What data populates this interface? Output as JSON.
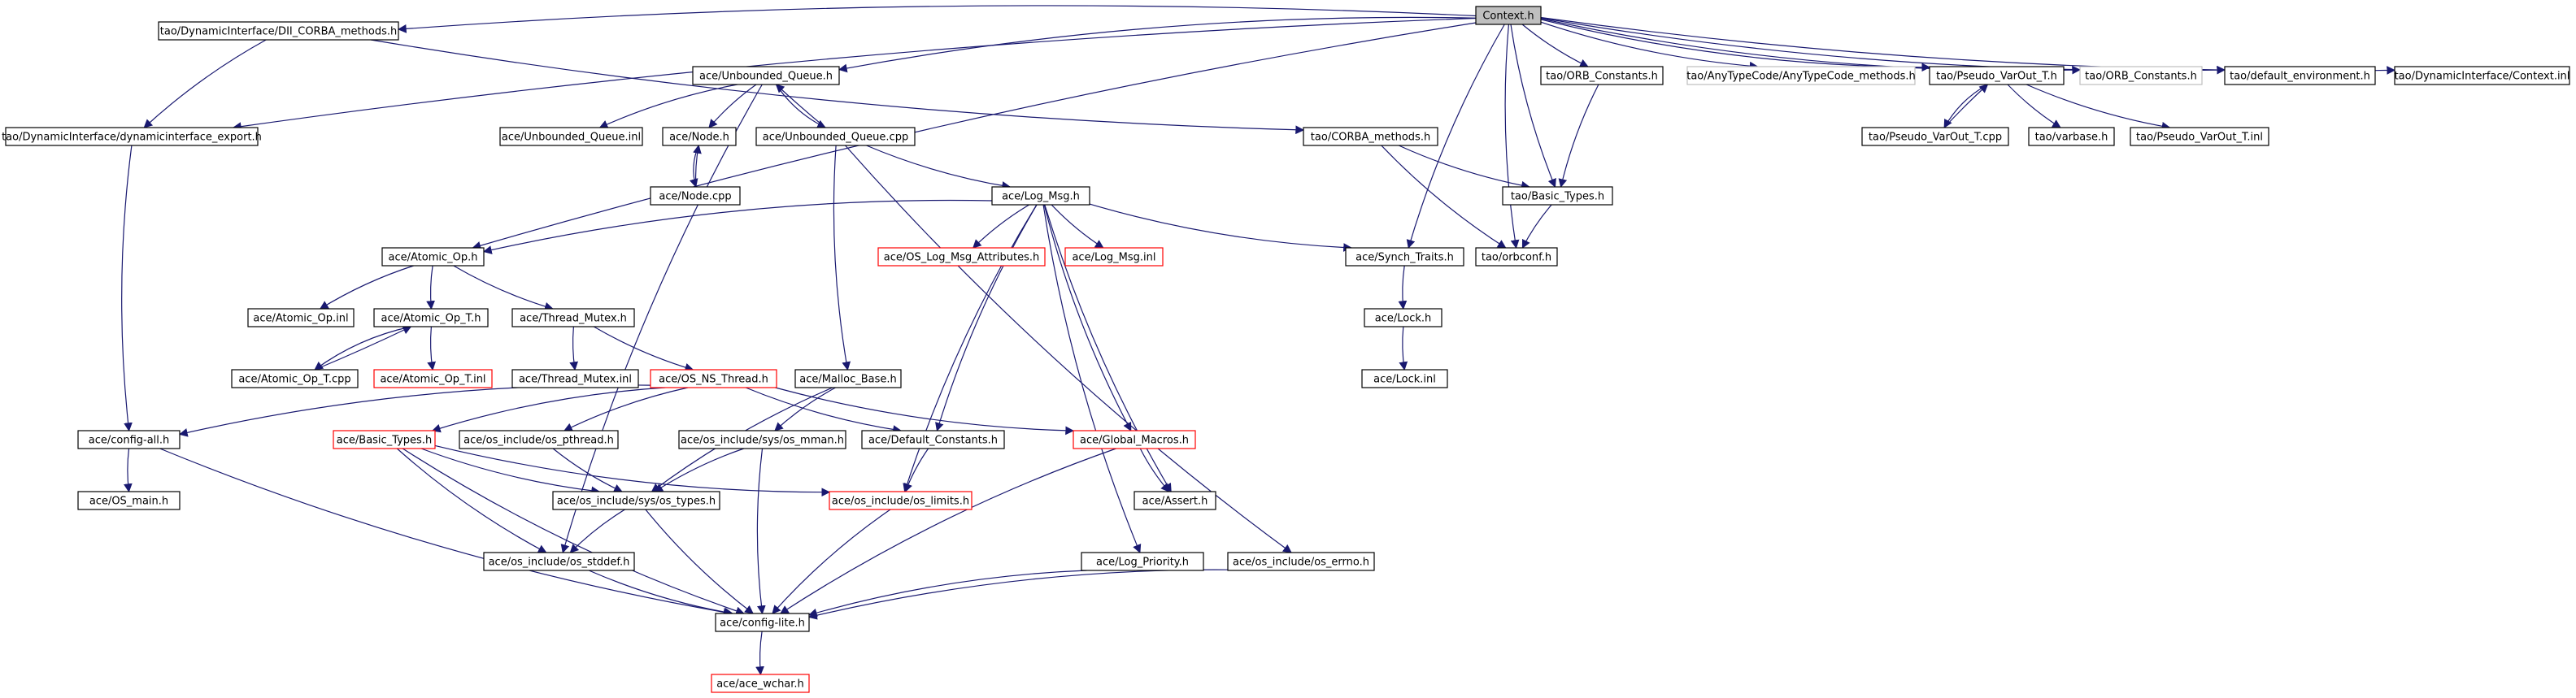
{
  "diagram": {
    "root": "Context.h",
    "colors": {
      "edge": "#191970",
      "root_fill": "#bfbfbf",
      "incomplete_border": "#ff0000",
      "external_border": "#bfbfbf"
    },
    "nodes": [
      {
        "id": "context_h",
        "label": "Context.h",
        "style": "root"
      },
      {
        "id": "dii_corba_methods_h",
        "label": "tao/DynamicInterface/DII_CORBA_methods.h",
        "style": "normal"
      },
      {
        "id": "dynamicinterface_export_h",
        "label": "tao/DynamicInterface/dynamicinterface_export.h",
        "style": "normal"
      },
      {
        "id": "unbounded_queue_h",
        "label": "ace/Unbounded_Queue.h",
        "style": "normal"
      },
      {
        "id": "unbounded_queue_inl",
        "label": "ace/Unbounded_Queue.inl",
        "style": "normal"
      },
      {
        "id": "node_h",
        "label": "ace/Node.h",
        "style": "normal"
      },
      {
        "id": "node_cpp",
        "label": "ace/Node.cpp",
        "style": "normal"
      },
      {
        "id": "unbounded_queue_cpp",
        "label": "ace/Unbounded_Queue.cpp",
        "style": "normal"
      },
      {
        "id": "corba_methods_h",
        "label": "tao/CORBA_methods.h",
        "style": "normal"
      },
      {
        "id": "orb_constants_h1",
        "label": "tao/ORB_Constants.h",
        "style": "normal"
      },
      {
        "id": "anytypecode_methods_h",
        "label": "tao/AnyTypeCode/AnyTypeCode_methods.h",
        "style": "external"
      },
      {
        "id": "pseudo_varout_t_h",
        "label": "tao/Pseudo_VarOut_T.h",
        "style": "normal"
      },
      {
        "id": "orb_constants_h2",
        "label": "tao/ORB_Constants.h",
        "style": "external"
      },
      {
        "id": "default_environment_h",
        "label": "tao/default_environment.h",
        "style": "normal"
      },
      {
        "id": "di_context_inl",
        "label": "tao/DynamicInterface/Context.inl",
        "style": "normal"
      },
      {
        "id": "pseudo_varout_t_cpp",
        "label": "tao/Pseudo_VarOut_T.cpp",
        "style": "normal"
      },
      {
        "id": "varbase_h",
        "label": "tao/varbase.h",
        "style": "normal"
      },
      {
        "id": "pseudo_varout_t_inl",
        "label": "tao/Pseudo_VarOut_T.inl",
        "style": "normal"
      },
      {
        "id": "tao_basic_types_h",
        "label": "tao/Basic_Types.h",
        "style": "normal"
      },
      {
        "id": "orbconf_h",
        "label": "tao/orbconf.h",
        "style": "normal"
      },
      {
        "id": "log_msg_h",
        "label": "ace/Log_Msg.h",
        "style": "normal"
      },
      {
        "id": "os_log_msg_attributes_h",
        "label": "ace/OS_Log_Msg_Attributes.h",
        "style": "incomplete"
      },
      {
        "id": "log_msg_inl",
        "label": "ace/Log_Msg.inl",
        "style": "incomplete"
      },
      {
        "id": "synch_traits_h",
        "label": "ace/Synch_Traits.h",
        "style": "normal"
      },
      {
        "id": "lock_h",
        "label": "ace/Lock.h",
        "style": "normal"
      },
      {
        "id": "lock_inl",
        "label": "ace/Lock.inl",
        "style": "normal"
      },
      {
        "id": "atomic_op_h",
        "label": "ace/Atomic_Op.h",
        "style": "normal"
      },
      {
        "id": "atomic_op_inl",
        "label": "ace/Atomic_Op.inl",
        "style": "normal"
      },
      {
        "id": "atomic_op_t_h",
        "label": "ace/Atomic_Op_T.h",
        "style": "normal"
      },
      {
        "id": "thread_mutex_h",
        "label": "ace/Thread_Mutex.h",
        "style": "normal"
      },
      {
        "id": "atomic_op_t_cpp",
        "label": "ace/Atomic_Op_T.cpp",
        "style": "normal"
      },
      {
        "id": "atomic_op_t_inl",
        "label": "ace/Atomic_Op_T.inl",
        "style": "incomplete"
      },
      {
        "id": "thread_mutex_inl",
        "label": "ace/Thread_Mutex.inl",
        "style": "normal"
      },
      {
        "id": "os_ns_thread_h",
        "label": "ace/OS_NS_Thread.h",
        "style": "incomplete"
      },
      {
        "id": "malloc_base_h",
        "label": "ace/Malloc_Base.h",
        "style": "normal"
      },
      {
        "id": "config_all_h",
        "label": "ace/config-all.h",
        "style": "normal"
      },
      {
        "id": "ace_basic_types_h",
        "label": "ace/Basic_Types.h",
        "style": "incomplete"
      },
      {
        "id": "os_pthread_h",
        "label": "ace/os_include/os_pthread.h",
        "style": "normal"
      },
      {
        "id": "os_mman_h",
        "label": "ace/os_include/sys/os_mman.h",
        "style": "normal"
      },
      {
        "id": "default_constants_h",
        "label": "ace/Default_Constants.h",
        "style": "normal"
      },
      {
        "id": "global_macros_h",
        "label": "ace/Global_Macros.h",
        "style": "incomplete"
      },
      {
        "id": "os_main_h",
        "label": "ace/OS_main.h",
        "style": "normal"
      },
      {
        "id": "os_types_h",
        "label": "ace/os_include/sys/os_types.h",
        "style": "normal"
      },
      {
        "id": "os_limits_h",
        "label": "ace/os_include/os_limits.h",
        "style": "incomplete"
      },
      {
        "id": "assert_h",
        "label": "ace/Assert.h",
        "style": "normal"
      },
      {
        "id": "os_stddef_h",
        "label": "ace/os_include/os_stddef.h",
        "style": "normal"
      },
      {
        "id": "log_priority_h",
        "label": "ace/Log_Priority.h",
        "style": "normal"
      },
      {
        "id": "os_errno_h",
        "label": "ace/os_include/os_errno.h",
        "style": "normal"
      },
      {
        "id": "config_lite_h",
        "label": "ace/config-lite.h",
        "style": "normal"
      },
      {
        "id": "ace_wchar_h",
        "label": "ace/ace_wchar.h",
        "style": "incomplete"
      }
    ],
    "edges": [
      [
        "context_h",
        "dii_corba_methods_h"
      ],
      [
        "context_h",
        "dynamicinterface_export_h"
      ],
      [
        "context_h",
        "unbounded_queue_h"
      ],
      [
        "context_h",
        "atomic_op_h"
      ],
      [
        "context_h",
        "synch_traits_h"
      ],
      [
        "context_h",
        "orbconf_h"
      ],
      [
        "context_h",
        "tao_basic_types_h"
      ],
      [
        "context_h",
        "orb_constants_h1"
      ],
      [
        "context_h",
        "anytypecode_methods_h"
      ],
      [
        "context_h",
        "pseudo_varout_t_h"
      ],
      [
        "context_h",
        "orb_constants_h2"
      ],
      [
        "context_h",
        "default_environment_h"
      ],
      [
        "context_h",
        "di_context_inl"
      ],
      [
        "dii_corba_methods_h",
        "dynamicinterface_export_h"
      ],
      [
        "dii_corba_methods_h",
        "corba_methods_h"
      ],
      [
        "dynamicinterface_export_h",
        "config_all_h"
      ],
      [
        "unbounded_queue_h",
        "os_stddef_h"
      ],
      [
        "unbounded_queue_h",
        "unbounded_queue_inl"
      ],
      [
        "unbounded_queue_h",
        "node_h"
      ],
      [
        "unbounded_queue_h",
        "unbounded_queue_cpp"
      ],
      [
        "unbounded_queue_cpp",
        "unbounded_queue_h"
      ],
      [
        "node_h",
        "node_cpp"
      ],
      [
        "node_cpp",
        "node_h"
      ],
      [
        "unbounded_queue_cpp",
        "log_msg_h"
      ],
      [
        "unbounded_queue_cpp",
        "malloc_base_h"
      ],
      [
        "unbounded_queue_cpp",
        "os_errno_h"
      ],
      [
        "corba_methods_h",
        "tao_basic_types_h"
      ],
      [
        "corba_methods_h",
        "orbconf_h"
      ],
      [
        "orb_constants_h1",
        "tao_basic_types_h"
      ],
      [
        "tao_basic_types_h",
        "orbconf_h"
      ],
      [
        "pseudo_varout_t_h",
        "pseudo_varout_t_cpp"
      ],
      [
        "pseudo_varout_t_cpp",
        "pseudo_varout_t_h"
      ],
      [
        "pseudo_varout_t_h",
        "varbase_h"
      ],
      [
        "pseudo_varout_t_h",
        "pseudo_varout_t_inl"
      ],
      [
        "log_msg_h",
        "atomic_op_h"
      ],
      [
        "log_msg_h",
        "os_log_msg_attributes_h"
      ],
      [
        "log_msg_h",
        "log_msg_inl"
      ],
      [
        "log_msg_h",
        "synch_traits_h"
      ],
      [
        "log_msg_h",
        "default_constants_h"
      ],
      [
        "log_msg_h",
        "os_limits_h"
      ],
      [
        "log_msg_h",
        "global_macros_h"
      ],
      [
        "log_msg_h",
        "assert_h"
      ],
      [
        "log_msg_h",
        "log_priority_h"
      ],
      [
        "synch_traits_h",
        "lock_h"
      ],
      [
        "lock_h",
        "lock_inl"
      ],
      [
        "atomic_op_h",
        "atomic_op_inl"
      ],
      [
        "atomic_op_h",
        "atomic_op_t_h"
      ],
      [
        "atomic_op_h",
        "thread_mutex_h"
      ],
      [
        "atomic_op_t_h",
        "atomic_op_t_cpp"
      ],
      [
        "atomic_op_t_cpp",
        "atomic_op_t_h"
      ],
      [
        "atomic_op_t_h",
        "atomic_op_t_inl"
      ],
      [
        "thread_mutex_h",
        "thread_mutex_inl"
      ],
      [
        "thread_mutex_h",
        "os_ns_thread_h"
      ],
      [
        "os_ns_thread_h",
        "config_all_h"
      ],
      [
        "os_ns_thread_h",
        "ace_basic_types_h"
      ],
      [
        "os_ns_thread_h",
        "os_pthread_h"
      ],
      [
        "os_ns_thread_h",
        "default_constants_h"
      ],
      [
        "os_ns_thread_h",
        "global_macros_h"
      ],
      [
        "malloc_base_h",
        "os_mman_h"
      ],
      [
        "malloc_base_h",
        "os_types_h"
      ],
      [
        "config_all_h",
        "os_main_h"
      ],
      [
        "config_all_h",
        "config_lite_h"
      ],
      [
        "ace_basic_types_h",
        "os_types_h"
      ],
      [
        "ace_basic_types_h",
        "os_limits_h"
      ],
      [
        "ace_basic_types_h",
        "os_stddef_h"
      ],
      [
        "ace_basic_types_h",
        "config_lite_h"
      ],
      [
        "os_pthread_h",
        "os_types_h"
      ],
      [
        "os_mman_h",
        "os_types_h"
      ],
      [
        "os_mman_h",
        "config_lite_h"
      ],
      [
        "default_constants_h",
        "os_limits_h"
      ],
      [
        "global_macros_h",
        "assert_h"
      ],
      [
        "global_macros_h",
        "config_lite_h"
      ],
      [
        "os_types_h",
        "os_stddef_h"
      ],
      [
        "os_types_h",
        "config_lite_h"
      ],
      [
        "os_limits_h",
        "config_lite_h"
      ],
      [
        "os_stddef_h",
        "config_lite_h"
      ],
      [
        "log_priority_h",
        "config_lite_h"
      ],
      [
        "os_errno_h",
        "config_lite_h"
      ],
      [
        "config_lite_h",
        "ace_wchar_h"
      ]
    ]
  }
}
